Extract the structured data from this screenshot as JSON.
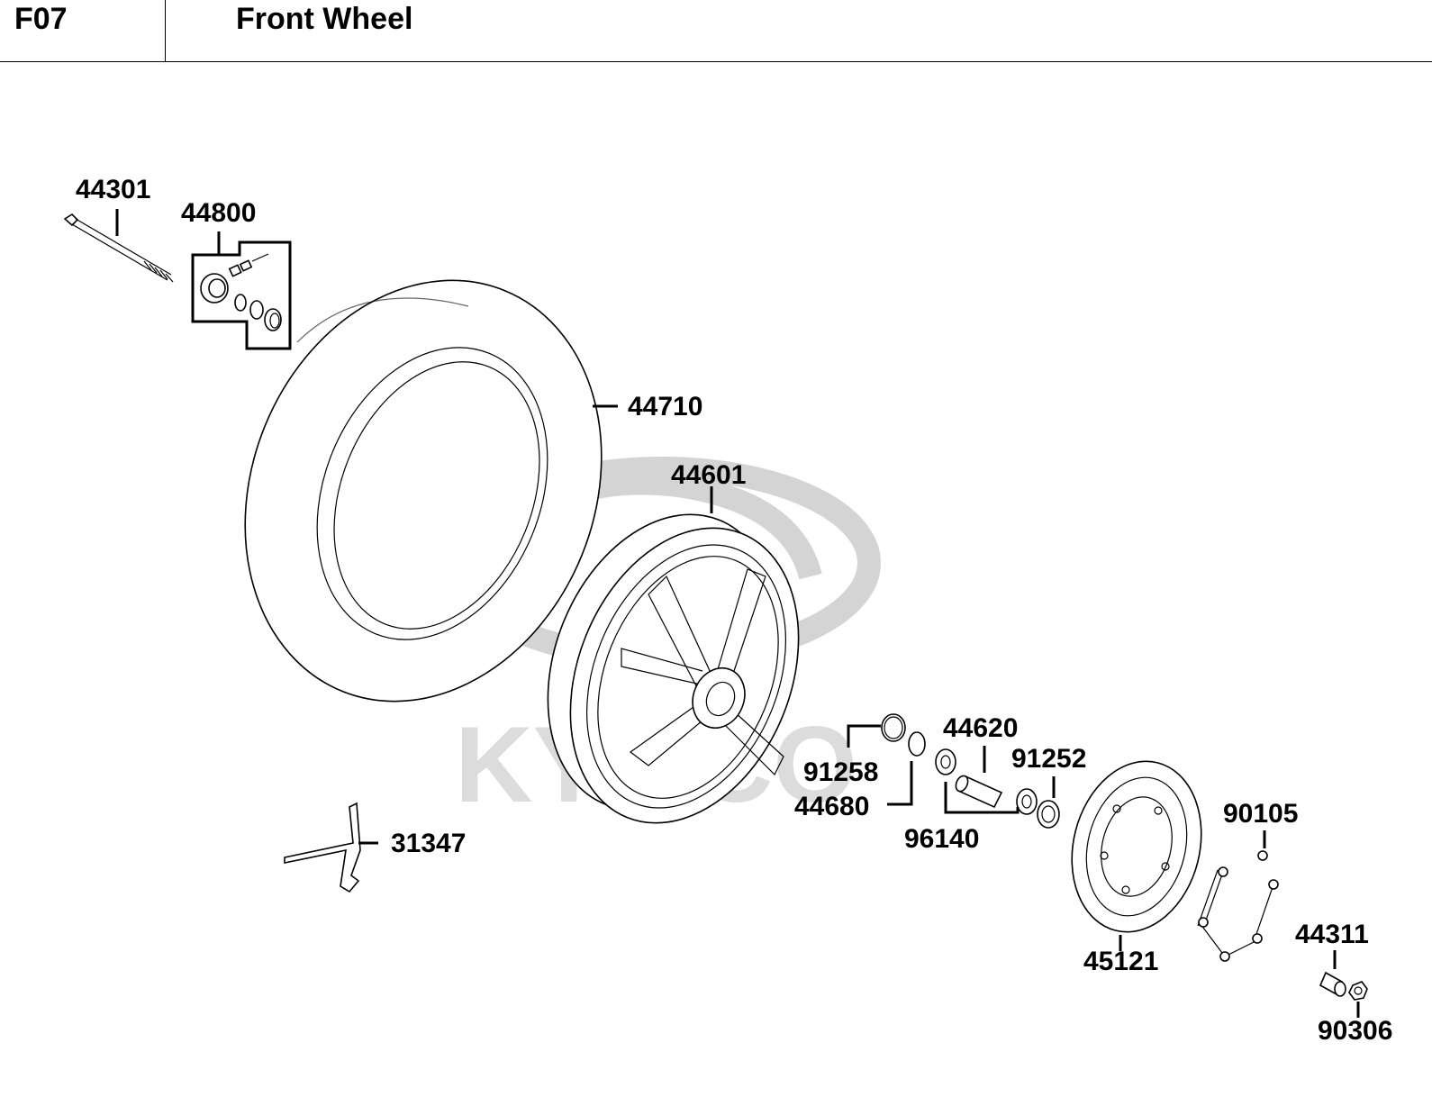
{
  "header": {
    "code": "F07",
    "title": "Front Wheel"
  },
  "watermark": {
    "text": "KYMCO"
  },
  "parts": {
    "p44301": "44301",
    "p44800": "44800",
    "p44710": "44710",
    "p44601": "44601",
    "p31347": "31347",
    "p91258": "91258",
    "p44680": "44680",
    "p44620": "44620",
    "p96140": "96140",
    "p91252": "91252",
    "p45121": "45121",
    "p90105": "90105",
    "p44311": "44311",
    "p90306": "90306"
  }
}
